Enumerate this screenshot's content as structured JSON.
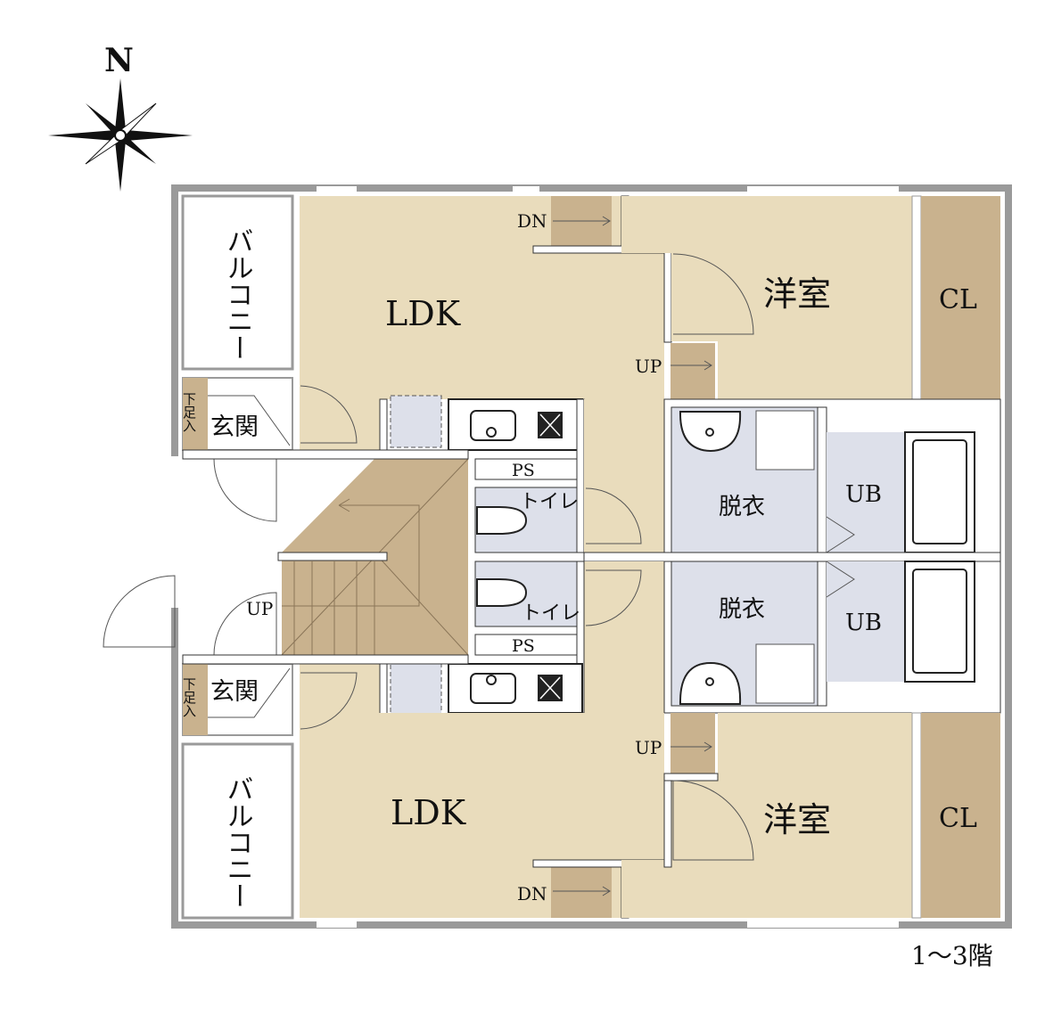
{
  "compass": {
    "north_label": "N"
  },
  "floor_label": "1〜3階",
  "colors": {
    "floor": "#e9dcbc",
    "tan": "#c9b28e",
    "wall": "#9a9a9a",
    "wet": "#dde0ea",
    "white": "#ffffff"
  },
  "units": [
    {
      "position": "north",
      "balcony": "バルコニー",
      "ldk": "LDK",
      "western_room": "洋室",
      "closet": "CL",
      "entrance": "玄関",
      "shoe_box": "下足入",
      "stairs_down": "DN",
      "stairs_up": "UP",
      "washroom": "脱衣",
      "bath": "UB",
      "toilet": "トイレ",
      "pipe_space": "PS"
    },
    {
      "position": "south",
      "balcony": "バルコニー",
      "ldk": "LDK",
      "western_room": "洋室",
      "closet": "CL",
      "entrance": "玄関",
      "shoe_box": "下足入",
      "stairs_down": "DN",
      "stairs_up": "UP",
      "washroom": "脱衣",
      "bath": "UB",
      "toilet": "トイレ",
      "pipe_space": "PS"
    }
  ],
  "common_stairs": {
    "label": "UP"
  }
}
